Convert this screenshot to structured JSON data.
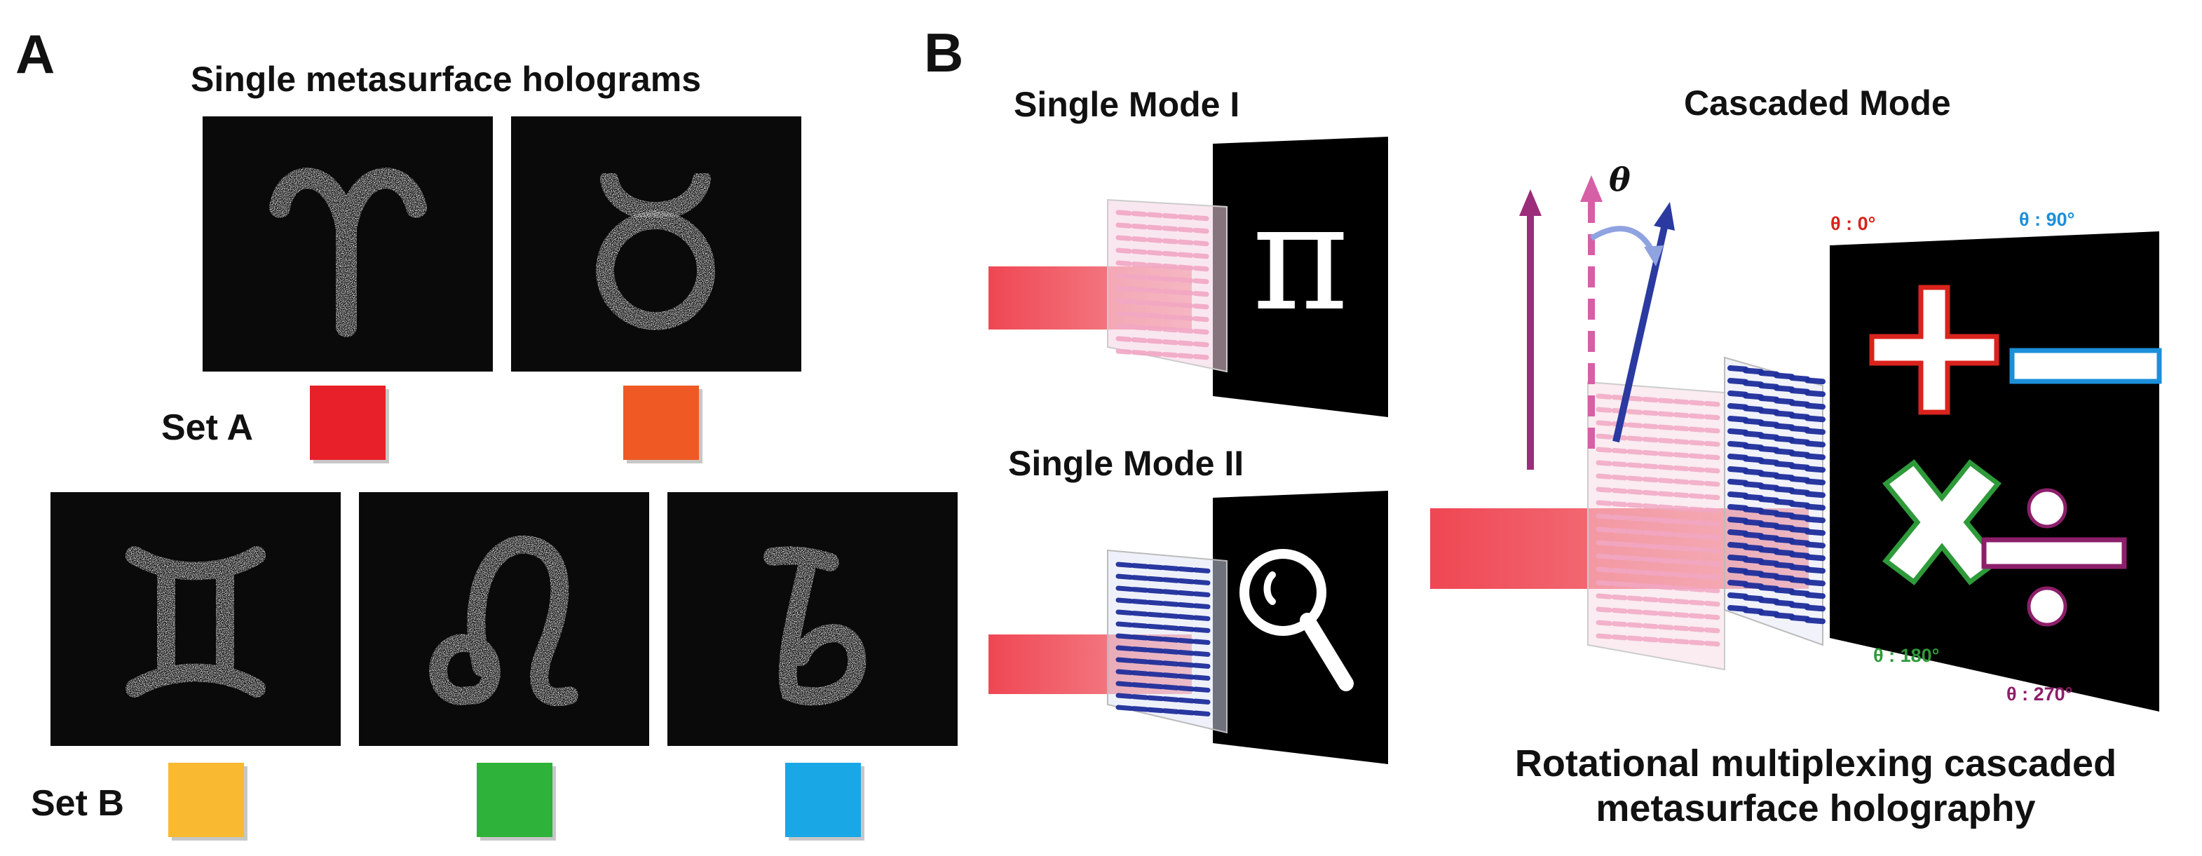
{
  "panel_a": {
    "letter": "A",
    "title": "Single metasurface holograms",
    "set_a": {
      "label": "Set A",
      "holograms": [
        {
          "symbol": "♈",
          "icon": "aries-icon"
        },
        {
          "symbol": "♉",
          "icon": "taurus-icon"
        }
      ],
      "swatch_colors": [
        "#e8202a",
        "#ef5a24"
      ]
    },
    "set_b": {
      "label": "Set B",
      "holograms": [
        {
          "symbol": "♊",
          "icon": "gemini-icon"
        },
        {
          "symbol": "♌",
          "icon": "leo-icon"
        },
        {
          "symbol": "♑",
          "icon": "capricorn-icon"
        }
      ],
      "swatch_colors": [
        "#f9b930",
        "#2fb23a",
        "#1aa7e6"
      ]
    }
  },
  "panel_b": {
    "letter": "B",
    "mode_1": {
      "title": "Single Mode I",
      "image_symbol": "π",
      "icon": "pi-icon"
    },
    "mode_2": {
      "title": "Single Mode II",
      "icon": "magnifier-icon"
    },
    "cascaded": {
      "title": "Cascaded Mode",
      "rotation_symbol": "θ",
      "angles": [
        {
          "text": "θ : 0°",
          "color": "#d9231c"
        },
        {
          "text": "θ : 90°",
          "color": "#1c8fd9"
        },
        {
          "text": "θ : 180°",
          "color": "#2e9a3a"
        },
        {
          "text": "θ : 270°",
          "color": "#8c1f6a"
        }
      ],
      "symbols": [
        {
          "icon": "plus-icon",
          "outline": "#d9231c"
        },
        {
          "icon": "minus-icon",
          "outline": "#1c8fd9"
        },
        {
          "icon": "times-icon",
          "outline": "#2e9a3a"
        },
        {
          "icon": "divide-icon",
          "outline": "#8c1f6a"
        }
      ]
    },
    "caption_line1": "Rotational multiplexing cascaded",
    "caption_line2": "metasurface holography"
  },
  "colors": {
    "beam": "#ee3d4a",
    "meta_pink": "#f2a7c4",
    "meta_blue": "#1f2f9c",
    "arrow_purple": "#9b2d7a",
    "arrow_pink": "#d65fa6",
    "arrow_blue": "#2a3aa0"
  }
}
